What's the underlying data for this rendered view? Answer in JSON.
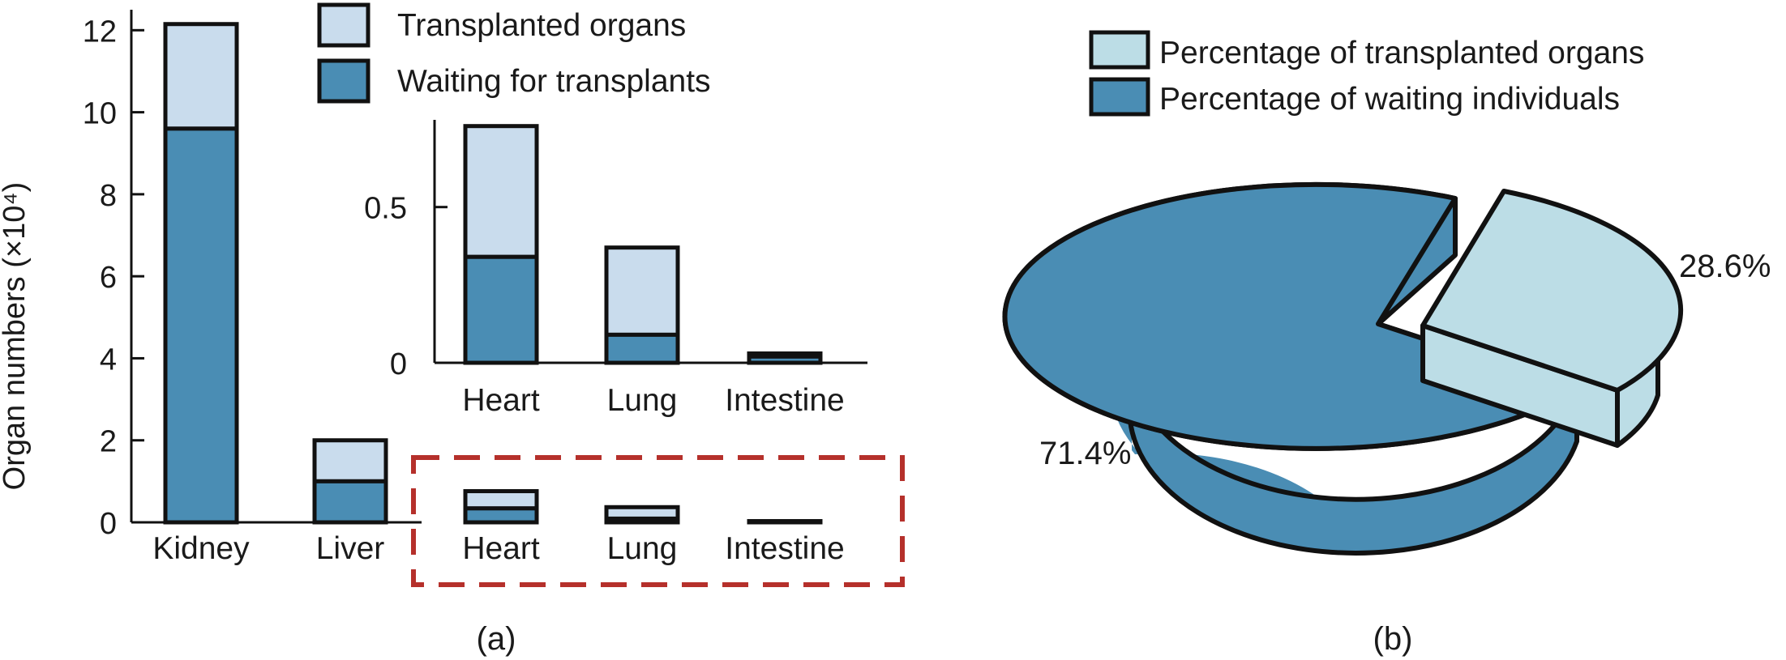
{
  "colors": {
    "waiting": "#4a8db4",
    "transplanted": "#c9dced",
    "pie_waiting": "#4a8db4",
    "pie_transplanted": "#bcdde6",
    "edge": "#111111",
    "highlight_box": "#b5302b"
  },
  "panel_a": {
    "caption": "(a)",
    "ylabel": "Organ numbers (×10⁴)",
    "legend": [
      "Transplanted organs",
      "Waiting for transplants"
    ]
  },
  "panel_b": {
    "caption": "(b)",
    "legend": [
      "Percentage of transplanted organs",
      "Percentage of waiting individuals"
    ]
  },
  "chart_data": [
    {
      "type": "bar",
      "stacked": true,
      "categories": [
        "Kidney",
        "Liver",
        "Heart",
        "Lung",
        "Intestine"
      ],
      "series": [
        {
          "name": "Waiting for transplants",
          "values": [
            9.6,
            1.0,
            0.34,
            0.09,
            0.02
          ]
        },
        {
          "name": "Transplanted organs",
          "values": [
            2.55,
            1.0,
            0.42,
            0.28,
            0.01
          ]
        }
      ],
      "ylabel": "Organ numbers (×10⁴)",
      "ylim": [
        0,
        12.5
      ],
      "yticks": [
        0,
        2,
        4,
        6,
        8,
        10,
        12
      ],
      "legend_position": "top-right"
    },
    {
      "type": "bar",
      "stacked": true,
      "inset": true,
      "categories": [
        "Heart",
        "Lung",
        "Intestine"
      ],
      "series": [
        {
          "name": "Waiting for transplants",
          "values": [
            0.34,
            0.09,
            0.02
          ]
        },
        {
          "name": "Transplanted organs",
          "values": [
            0.42,
            0.28,
            0.01
          ]
        }
      ],
      "ylim": [
        0,
        0.78
      ],
      "yticks": [
        "0",
        "0.5"
      ]
    },
    {
      "type": "pie",
      "labels": [
        "Percentage of transplanted organs",
        "Percentage of waiting individuals"
      ],
      "values": [
        28.6,
        71.4
      ],
      "value_labels": [
        "28.6%",
        "71.4%"
      ],
      "exploded": "Percentage of transplanted organs",
      "legend_position": "top"
    }
  ]
}
